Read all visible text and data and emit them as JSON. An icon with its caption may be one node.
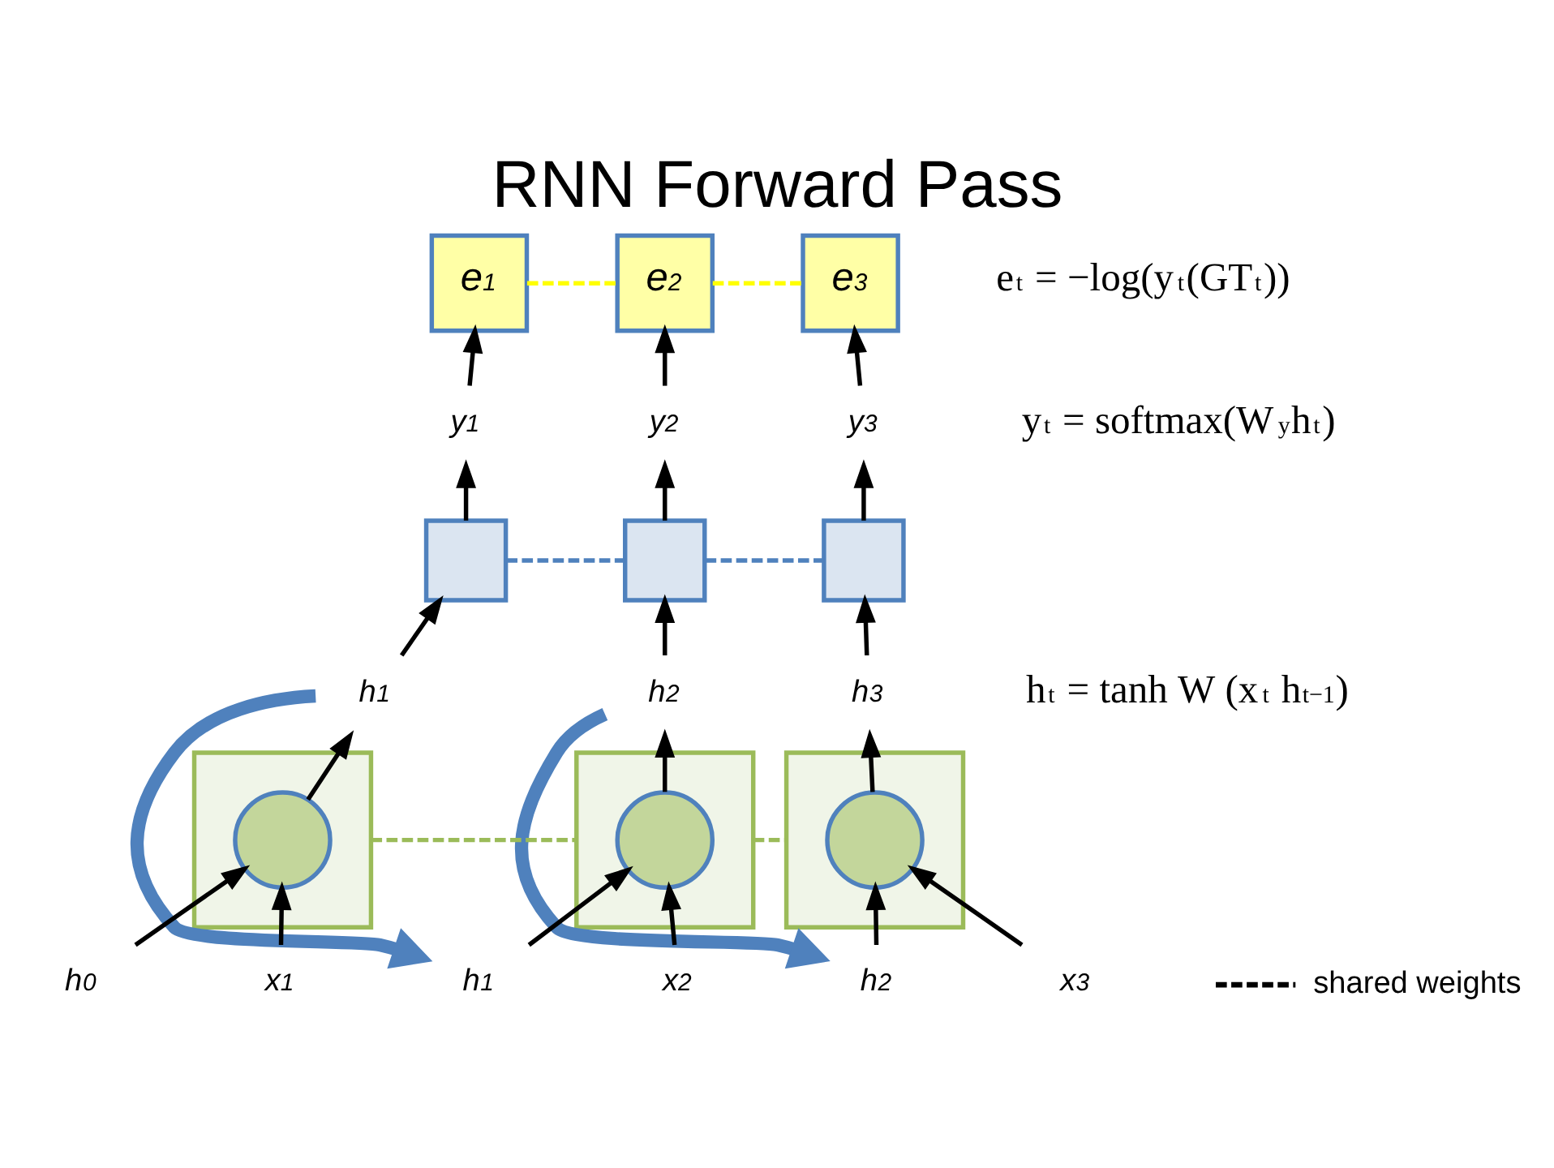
{
  "diagram": {
    "title": "RNN Forward Pass",
    "nodes": [
      {
        "text": [
          "e$_{1}$"
        ]
      },
      {
        "text": [
          "e$_{2}$"
        ]
      },
      {
        "text": [
          "e$_{3}$"
        ]
      },
      {
        "text": [
          "y$_{1}$"
        ]
      },
      {
        "text": [
          "y$_{2}$"
        ]
      },
      {
        "text": [
          "y$_{3}$"
        ]
      },
      {
        "text": [],
        "shape": "box"
      },
      {
        "text": [],
        "shape": "box"
      },
      {
        "text": [],
        "shape": "box"
      },
      {
        "text": [
          "h$_{1}$"
        ]
      },
      {
        "text": [
          "h$_{2}$"
        ]
      },
      {
        "text": [
          "h$_{3}$"
        ]
      },
      {
        "text": [],
        "shape": "box"
      },
      {
        "text": [],
        "shape": "circle",
        "in": 12
      },
      {
        "text": [],
        "shape": "box"
      },
      {
        "text": [],
        "shape": "circle",
        "in": 14
      },
      {
        "text": [],
        "shape": "box"
      },
      {
        "text": [],
        "shape": "circle",
        "in": 16
      },
      {
        "text": [
          "h$_{0}$"
        ]
      },
      {
        "text": [
          "x$_{1}$"
        ]
      },
      {
        "text": [
          "h$_{1}$"
        ]
      },
      {
        "text": [
          "x$_{2}$"
        ]
      },
      {
        "text": [
          "h$_{2}$"
        ]
      },
      {
        "text": [
          "x$_{3}$"
        ]
      }
    ],
    "edges": [
      {
        "from": 0,
        "to": 1,
        "arrow": "none",
        "style": "dashed",
        "color": "#ffff00"
      },
      {
        "from": 1,
        "to": 2,
        "arrow": "none",
        "style": "dashed",
        "color": "#ffff00"
      },
      {
        "from": 6,
        "to": 7,
        "arrow": "none",
        "style": "dashed",
        "color": "#4f81bd"
      },
      {
        "from": 7,
        "to": 8,
        "arrow": "none",
        "style": "dashed",
        "color": "#4f81bd"
      },
      {
        "from": 12,
        "to": 14,
        "arrow": "none",
        "style": "dashed",
        "color": "#9bbb59"
      },
      {
        "from": 14,
        "to": 16,
        "arrow": "none",
        "style": "dashed",
        "color": "#9bbb59"
      },
      {
        "from": 3,
        "to": 0,
        "arrow": "to"
      },
      {
        "from": 4,
        "to": 1,
        "arrow": "to"
      },
      {
        "from": 5,
        "to": 2,
        "arrow": "to"
      },
      {
        "from": 6,
        "to": 3,
        "arrow": "to"
      },
      {
        "from": 7,
        "to": 4,
        "arrow": "to"
      },
      {
        "from": 8,
        "to": 5,
        "arrow": "to"
      },
      {
        "from": 9,
        "to": 6,
        "arrow": "to"
      },
      {
        "from": 10,
        "to": 7,
        "arrow": "to"
      },
      {
        "from": 11,
        "to": 8,
        "arrow": "to"
      },
      {
        "from": 13,
        "to": 9,
        "arrow": "to"
      },
      {
        "from": 15,
        "to": 10,
        "arrow": "to"
      },
      {
        "from": 17,
        "to": 11,
        "arrow": "to"
      },
      {
        "from": 18,
        "to": 13,
        "arrow": "to"
      },
      {
        "from": 19,
        "to": 13,
        "arrow": "to"
      },
      {
        "from": 20,
        "to": 15,
        "arrow": "to"
      },
      {
        "from": 21,
        "to": 15,
        "arrow": "to"
      },
      {
        "from": 22,
        "to": 17,
        "arrow": "to"
      },
      {
        "from": 23,
        "to": 17,
        "arrow": "to"
      },
      {
        "from": 9,
        "to": 20,
        "arrow": "to",
        "style": "thick",
        "color": "#4f81bd"
      },
      {
        "from": 10,
        "to": 22,
        "arrow": "to",
        "style": "thick",
        "color": "#4f81bd"
      }
    ],
    "labels": [
      "e$_{t}$ = −log(y$_{t}$(GT$_{t}$))",
      "y$_{t}$ = softmax(W$_{y}$h$_{t}$)",
      "h$_{t}$ = tanh W (x$_{t}$ h$_{t−1}$)"
    ],
    "legend": [
      {
        "text": "shared weights"
      }
    ]
  }
}
